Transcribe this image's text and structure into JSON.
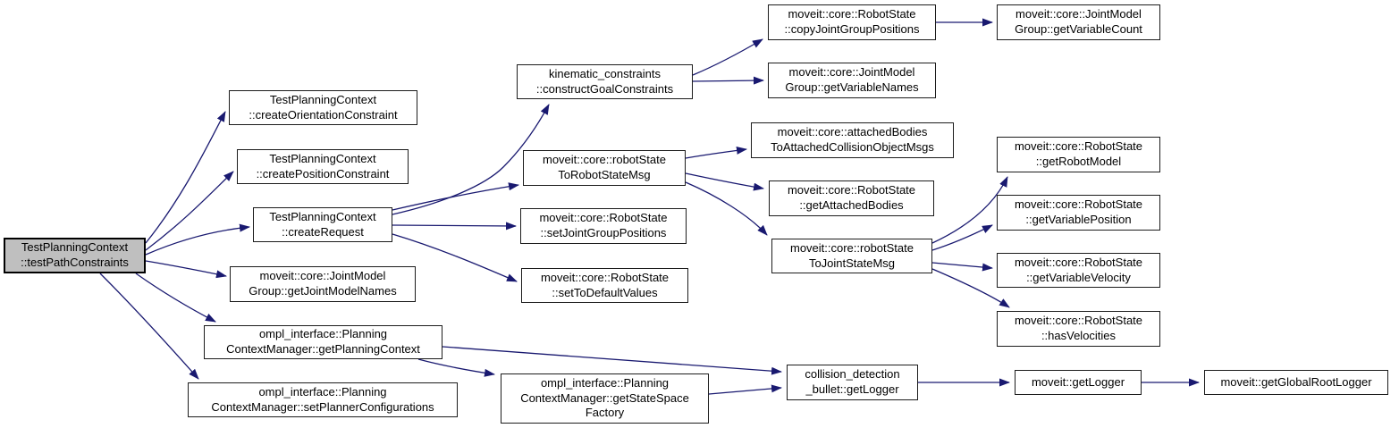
{
  "diagram": {
    "type": "doxygen-call-graph",
    "colors": {
      "edge": "#191970",
      "node_border": "#1c1c1c",
      "node_fill": "#ffffff",
      "root_fill": "#bfbfbf",
      "text": "#000000",
      "background": "#ffffff"
    },
    "nodes": [
      {
        "id": "test-path-constraints",
        "label": "TestPlanningContext\n::testPathConstraints",
        "root": true
      },
      {
        "id": "create-orientation-constraint",
        "label": "TestPlanningContext\n::createOrientationConstraint"
      },
      {
        "id": "create-position-constraint",
        "label": "TestPlanningContext\n::createPositionConstraint"
      },
      {
        "id": "create-request",
        "label": "TestPlanningContext\n::createRequest"
      },
      {
        "id": "get-joint-model-names",
        "label": "moveit::core::JointModel\nGroup::getJointModelNames"
      },
      {
        "id": "get-planning-context",
        "label": "ompl_interface::Planning\nContextManager::getPlanningContext"
      },
      {
        "id": "set-planner-configurations",
        "label": "ompl_interface::Planning\nContextManager::setPlannerConfigurations"
      },
      {
        "id": "construct-goal-constraints",
        "label": "kinematic_constraints\n::constructGoalConstraints"
      },
      {
        "id": "robot-state-to-robot-state-msg",
        "label": "moveit::core::robotState\nToRobotStateMsg"
      },
      {
        "id": "set-joint-group-positions",
        "label": "moveit::core::RobotState\n::setJointGroupPositions"
      },
      {
        "id": "set-to-default-values",
        "label": "moveit::core::RobotState\n::setToDefaultValues"
      },
      {
        "id": "get-state-space-factory",
        "label": "ompl_interface::Planning\nContextManager::getStateSpace\nFactory"
      },
      {
        "id": "copy-joint-group-positions",
        "label": "moveit::core::RobotState\n::copyJointGroupPositions"
      },
      {
        "id": "get-variable-names",
        "label": "moveit::core::JointModel\nGroup::getVariableNames"
      },
      {
        "id": "attached-bodies-to-attached-collision-object-msgs",
        "label": "moveit::core::attachedBodies\nToAttachedCollisionObjectMsgs"
      },
      {
        "id": "get-attached-bodies",
        "label": "moveit::core::RobotState\n::getAttachedBodies"
      },
      {
        "id": "robot-state-to-joint-state-msg",
        "label": "moveit::core::robotState\nToJointStateMsg"
      },
      {
        "id": "collision-detection-bullet-get-logger",
        "label": "collision_detection\n_bullet::getLogger"
      },
      {
        "id": "get-variable-count",
        "label": "moveit::core::JointModel\nGroup::getVariableCount"
      },
      {
        "id": "get-robot-model",
        "label": "moveit::core::RobotState\n::getRobotModel"
      },
      {
        "id": "get-variable-position",
        "label": "moveit::core::RobotState\n::getVariablePosition"
      },
      {
        "id": "get-variable-velocity",
        "label": "moveit::core::RobotState\n::getVariableVelocity"
      },
      {
        "id": "has-velocities",
        "label": "moveit::core::RobotState\n::hasVelocities"
      },
      {
        "id": "moveit-get-logger",
        "label": "moveit::getLogger"
      },
      {
        "id": "moveit-get-global-root-logger",
        "label": "moveit::getGlobalRootLogger"
      }
    ],
    "edges": [
      {
        "from": "test-path-constraints",
        "to": "create-orientation-constraint"
      },
      {
        "from": "test-path-constraints",
        "to": "create-position-constraint"
      },
      {
        "from": "test-path-constraints",
        "to": "create-request"
      },
      {
        "from": "test-path-constraints",
        "to": "get-joint-model-names"
      },
      {
        "from": "test-path-constraints",
        "to": "get-planning-context"
      },
      {
        "from": "test-path-constraints",
        "to": "set-planner-configurations"
      },
      {
        "from": "create-request",
        "to": "construct-goal-constraints"
      },
      {
        "from": "create-request",
        "to": "robot-state-to-robot-state-msg"
      },
      {
        "from": "create-request",
        "to": "set-joint-group-positions"
      },
      {
        "from": "create-request",
        "to": "set-to-default-values"
      },
      {
        "from": "construct-goal-constraints",
        "to": "copy-joint-group-positions"
      },
      {
        "from": "construct-goal-constraints",
        "to": "get-variable-names"
      },
      {
        "from": "copy-joint-group-positions",
        "to": "get-variable-count"
      },
      {
        "from": "robot-state-to-robot-state-msg",
        "to": "attached-bodies-to-attached-collision-object-msgs"
      },
      {
        "from": "robot-state-to-robot-state-msg",
        "to": "get-attached-bodies"
      },
      {
        "from": "robot-state-to-robot-state-msg",
        "to": "robot-state-to-joint-state-msg"
      },
      {
        "from": "robot-state-to-joint-state-msg",
        "to": "get-robot-model"
      },
      {
        "from": "robot-state-to-joint-state-msg",
        "to": "get-variable-position"
      },
      {
        "from": "robot-state-to-joint-state-msg",
        "to": "get-variable-velocity"
      },
      {
        "from": "robot-state-to-joint-state-msg",
        "to": "has-velocities"
      },
      {
        "from": "get-planning-context",
        "to": "collision-detection-bullet-get-logger"
      },
      {
        "from": "get-planning-context",
        "to": "get-state-space-factory"
      },
      {
        "from": "get-state-space-factory",
        "to": "collision-detection-bullet-get-logger"
      },
      {
        "from": "collision-detection-bullet-get-logger",
        "to": "moveit-get-logger"
      },
      {
        "from": "moveit-get-logger",
        "to": "moveit-get-global-root-logger"
      }
    ]
  }
}
